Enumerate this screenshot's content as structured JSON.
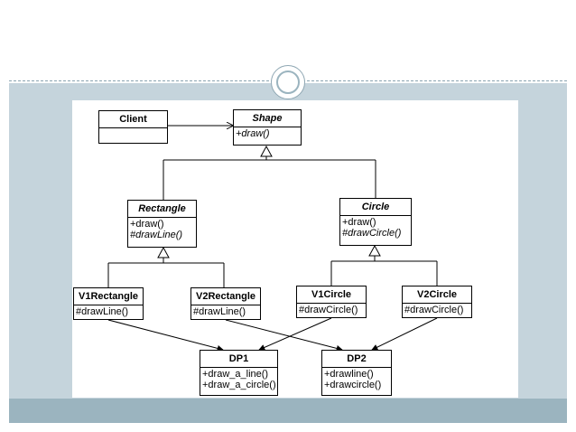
{
  "slide": {
    "diagram": {
      "classes": {
        "client": {
          "name": "Client"
        },
        "shape": {
          "name": "Shape",
          "ops": [
            "+draw()"
          ]
        },
        "rectangle": {
          "name": "Rectangle",
          "ops": [
            "+draw()",
            "#drawLine()"
          ]
        },
        "circle": {
          "name": "Circle",
          "ops": [
            "+draw()",
            "#drawCircle()"
          ]
        },
        "v1rectangle": {
          "name": "V1Rectangle",
          "ops": [
            "#drawLine()"
          ]
        },
        "v2rectangle": {
          "name": "V2Rectangle",
          "ops": [
            "#drawLine()"
          ]
        },
        "v1circle": {
          "name": "V1Circle",
          "ops": [
            "#drawCircle()"
          ]
        },
        "v2circle": {
          "name": "V2Circle",
          "ops": [
            "#drawCircle()"
          ]
        },
        "dp1": {
          "name": "DP1",
          "ops": [
            "+draw_a_line()",
            "+draw_a_circle()"
          ]
        },
        "dp2": {
          "name": "DP2",
          "ops": [
            "+drawline()",
            "+drawcircle()"
          ]
        }
      },
      "colors": {
        "line": "#000000",
        "frame": "#c5d4dc",
        "band": "#9bb4bf"
      }
    }
  }
}
